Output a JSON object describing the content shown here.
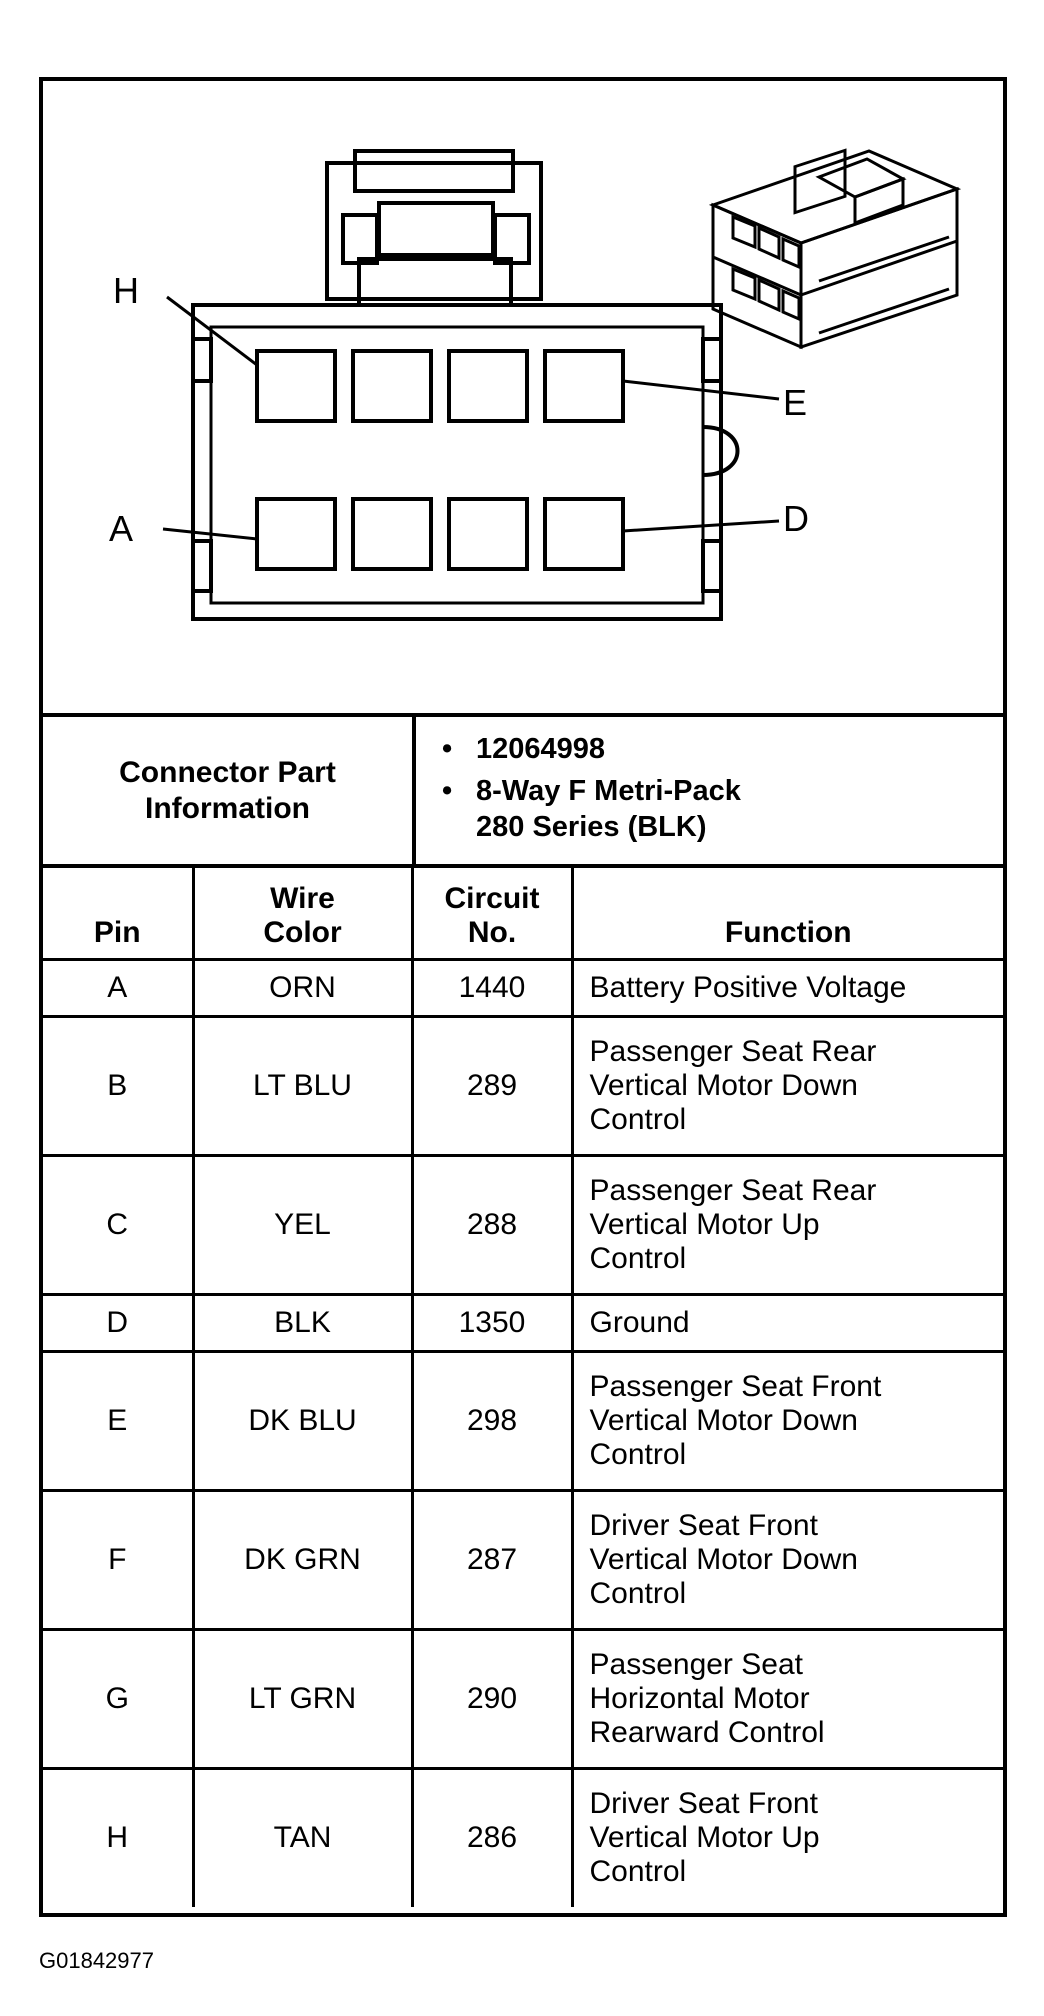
{
  "diagram": {
    "pin_labels": {
      "h": "H",
      "a": "A",
      "e": "E",
      "d": "D"
    }
  },
  "connector_info": {
    "label": "Connector Part Information",
    "items": [
      "12064998",
      "8-Way F Metri-Pack 280 Series (BLK)"
    ]
  },
  "table": {
    "headers": {
      "pin": "Pin",
      "wire_color": [
        "Wire",
        "Color"
      ],
      "circuit": [
        "Circuit",
        "No."
      ],
      "function": "Function"
    },
    "rows": [
      {
        "pin": "A",
        "wire_color": "ORN",
        "circuit": "1440",
        "function": [
          "Battery Positive Voltage"
        ]
      },
      {
        "pin": "B",
        "wire_color": "LT BLU",
        "circuit": "289",
        "function": [
          "Passenger Seat Rear",
          "Vertical Motor Down",
          "Control"
        ]
      },
      {
        "pin": "C",
        "wire_color": "YEL",
        "circuit": "288",
        "function": [
          "Passenger Seat Rear",
          "Vertical Motor Up",
          "Control"
        ]
      },
      {
        "pin": "D",
        "wire_color": "BLK",
        "circuit": "1350",
        "function": [
          "Ground"
        ]
      },
      {
        "pin": "E",
        "wire_color": "DK BLU",
        "circuit": "298",
        "function": [
          "Passenger Seat Front",
          "Vertical Motor Down",
          "Control"
        ]
      },
      {
        "pin": "F",
        "wire_color": "DK GRN",
        "circuit": "287",
        "function": [
          "Driver Seat Front",
          "Vertical Motor Down",
          "Control"
        ]
      },
      {
        "pin": "G",
        "wire_color": "LT GRN",
        "circuit": "290",
        "function": [
          "Passenger Seat",
          "Horizontal Motor",
          "Rearward Control"
        ]
      },
      {
        "pin": "H",
        "wire_color": "TAN",
        "circuit": "286",
        "function": [
          "Driver Seat Front",
          "Vertical Motor Up",
          "Control"
        ]
      }
    ]
  },
  "figure_id": "G01842977"
}
